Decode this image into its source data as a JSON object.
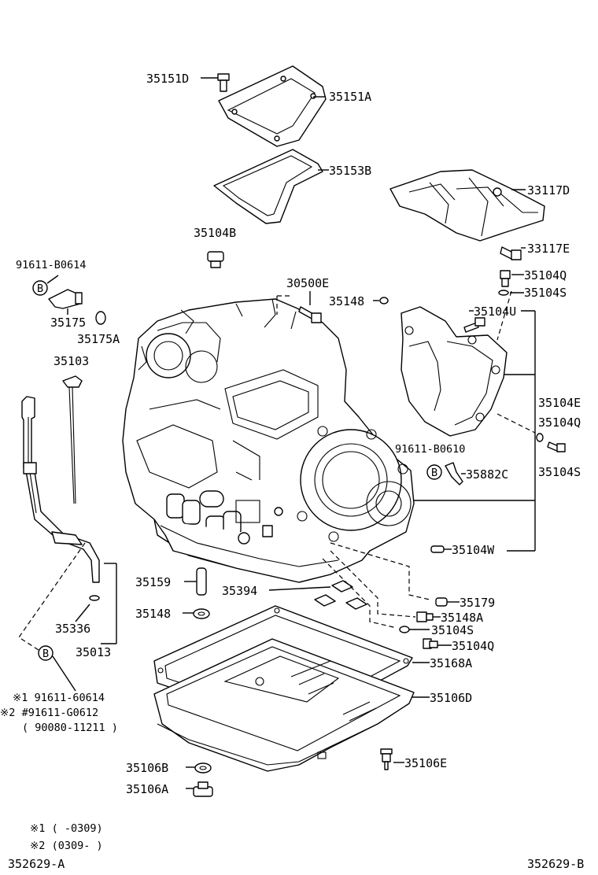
{
  "labels": {
    "l35151D": "35151D",
    "l35151A": "35151A",
    "l35153B": "35153B",
    "l33117D": "33117D",
    "l35104B": "35104B",
    "l33117E": "33117E",
    "l91611B0614": "91611-B0614",
    "l30500E": "30500E",
    "l35104Q_a": "35104Q",
    "l35104S_a": "35104S",
    "l35148": "35148",
    "l35104U": "35104U",
    "l35175": "35175",
    "l35175A": "35175A",
    "l35103": "35103",
    "l35104E": "35104E",
    "l35104Q_b": "35104Q",
    "l91611B0610": "91611-B0610",
    "l35882C": "35882C",
    "l35104S_b": "35104S",
    "l35104W": "35104W",
    "l35159": "35159",
    "l35394": "35394",
    "l35179": "35179",
    "l35148_b": "35148",
    "l35148A": "35148A",
    "l35336": "35336",
    "l35104S_c": "35104S",
    "l35013": "35013",
    "l35104Q_c": "35104Q",
    "l35168A": "35168A",
    "l35106D": "35106D",
    "l91611_60614": "※1 91611-60614",
    "l91611_G0612": "※2 #91611-G0612",
    "l90080_11211": "( 90080-11211 )",
    "l35106E": "35106E",
    "l35106B": "35106B",
    "l35106A": "35106A",
    "note1": "※1 (     -0309)",
    "note2": "※2 (0309-     )",
    "footer_left": "352629-A",
    "footer_right": "352629-B",
    "marker_b": "B"
  }
}
